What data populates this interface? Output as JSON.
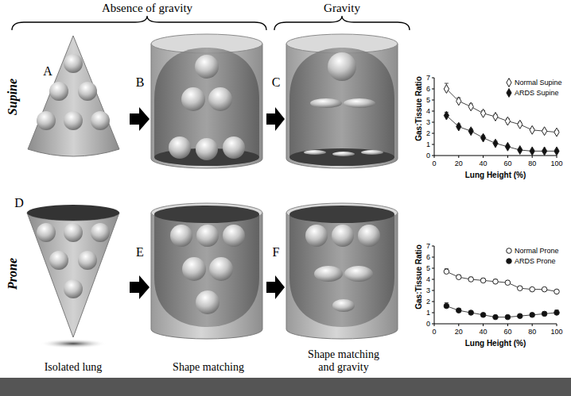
{
  "diagram": {
    "labels": [
      "Absence of gravity",
      "Gravity",
      "Supine",
      "Prone",
      "A",
      "B",
      "C",
      "D",
      "E",
      "F",
      "Isolated lung",
      "Shape matching",
      "Shape matching and gravity",
      "0",
      "1",
      "2",
      "3",
      "4",
      "5",
      "6",
      "7",
      "0",
      "20",
      "40",
      "60",
      "80",
      "100",
      "Gas:Tissue Ratio",
      "Lung Height (%)",
      "0",
      "1",
      "2",
      "3",
      "4",
      "5",
      "6",
      "7",
      "0",
      "20",
      "40",
      "60",
      "80",
      "100",
      "Gas:Tissue Ratio",
      "Lung Height (%)"
    ],
    "legend": [
      {
        "text": "Normal Supine"
      },
      {
        "text": "ARDS Supine"
      },
      {
        "text": "Normal Prone"
      },
      {
        "text": "ARDS Prone"
      }
    ]
  }
}
